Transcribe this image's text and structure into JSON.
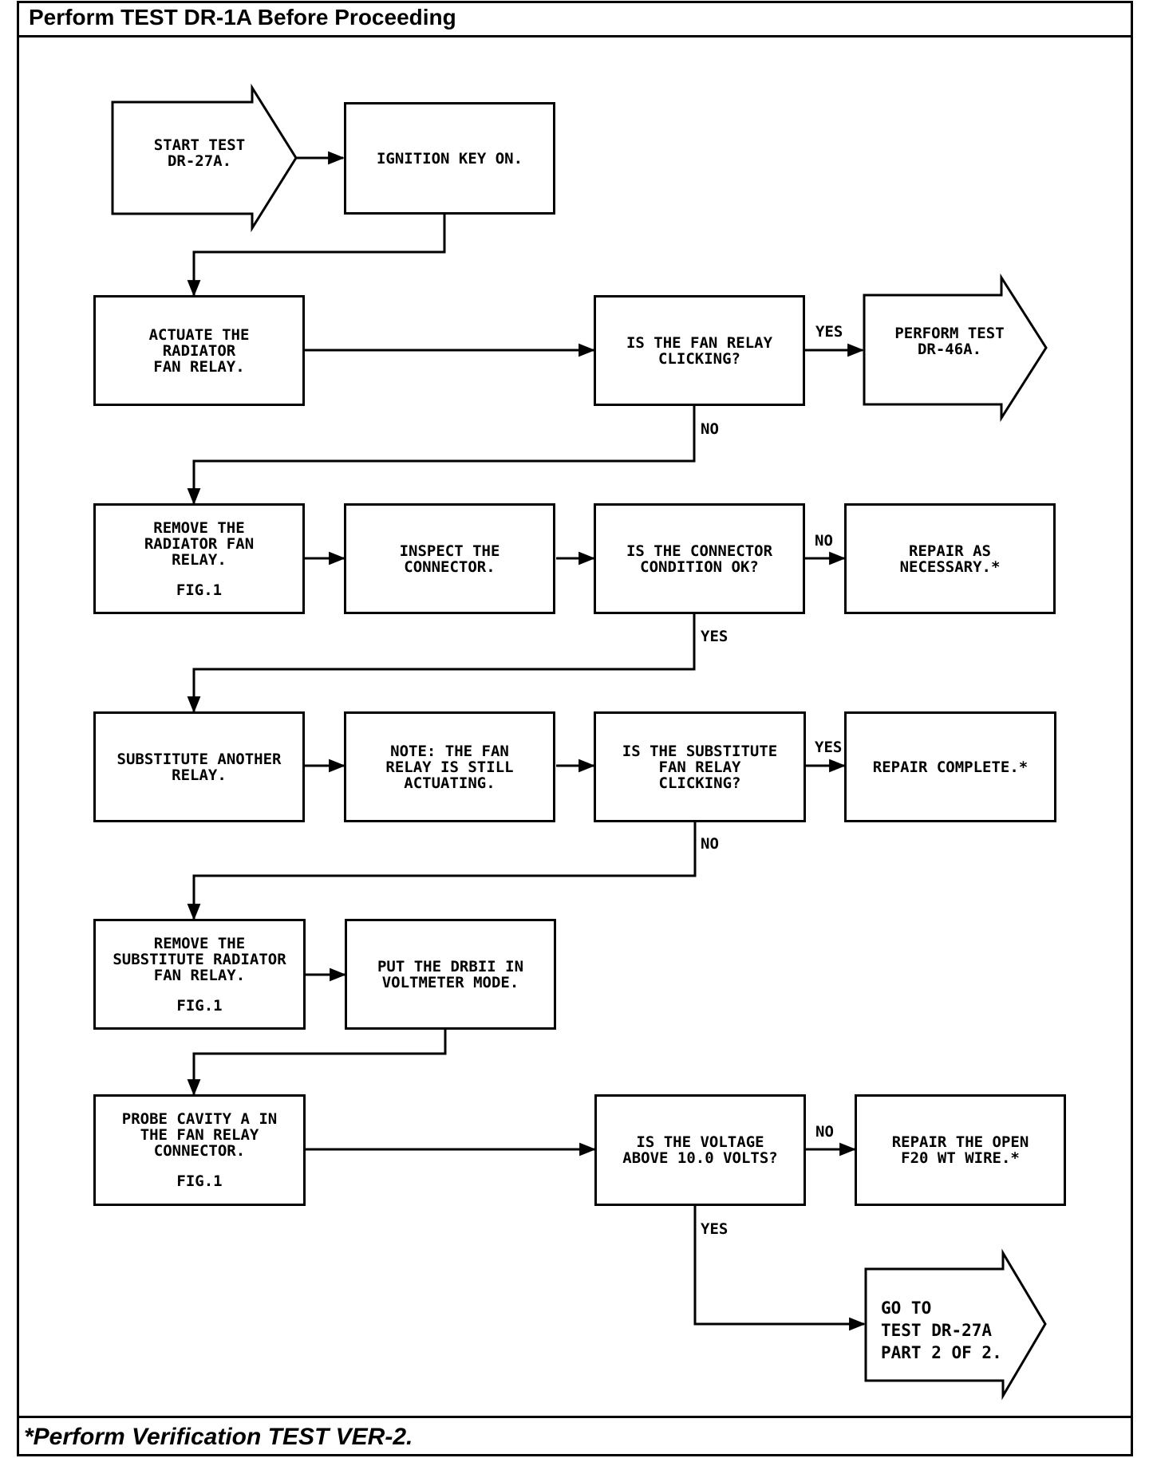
{
  "header": {
    "text": "Perform TEST DR-1A Before Proceeding"
  },
  "footer": {
    "text": "*Perform Verification TEST VER-2."
  },
  "nodes": {
    "start": {
      "lines": [
        "START TEST",
        "DR-27A."
      ]
    },
    "ignition": {
      "lines": [
        "IGNITION KEY ON."
      ]
    },
    "actuate": {
      "lines": [
        "ACTUATE THE",
        "RADIATOR",
        "FAN RELAY."
      ]
    },
    "fan_clicking": {
      "lines": [
        "IS THE FAN RELAY",
        "CLICKING?"
      ]
    },
    "perform_test": {
      "lines": [
        "PERFORM TEST",
        "DR-46A."
      ]
    },
    "remove_relay": {
      "lines": [
        "REMOVE THE",
        "RADIATOR FAN",
        "RELAY."
      ],
      "fig": "FIG.1"
    },
    "inspect": {
      "lines": [
        "INSPECT THE",
        "CONNECTOR."
      ]
    },
    "connector_ok": {
      "lines": [
        "IS THE CONNECTOR",
        "CONDITION OK?"
      ]
    },
    "repair_necessary": {
      "lines": [
        "REPAIR AS",
        "NECESSARY.*"
      ]
    },
    "substitute": {
      "lines": [
        "SUBSTITUTE ANOTHER",
        "RELAY."
      ]
    },
    "note": {
      "lines": [
        "NOTE: THE FAN",
        "RELAY IS STILL",
        "ACTUATING."
      ]
    },
    "sub_clicking": {
      "lines": [
        "IS THE SUBSTITUTE",
        "FAN RELAY",
        "CLICKING?"
      ]
    },
    "repair_complete": {
      "lines": [
        "REPAIR COMPLETE.*"
      ]
    },
    "remove_sub": {
      "lines": [
        "REMOVE THE",
        "SUBSTITUTE RADIATOR",
        "FAN RELAY."
      ],
      "fig": "FIG.1"
    },
    "drbii": {
      "lines": [
        "PUT THE DRBII IN",
        "VOLTMETER MODE."
      ]
    },
    "probe": {
      "lines": [
        "PROBE CAVITY A IN",
        "THE FAN RELAY",
        "CONNECTOR."
      ],
      "fig": "FIG.1"
    },
    "voltage": {
      "lines": [
        "IS THE VOLTAGE",
        "ABOVE 10.0 VOLTS?"
      ]
    },
    "repair_open": {
      "lines": [
        "REPAIR THE OPEN",
        "F20 WT WIRE.*"
      ]
    },
    "goto": {
      "lines": [
        "GO TO",
        "TEST DR-27A",
        "PART 2 OF 2."
      ]
    }
  },
  "edge_labels": {
    "fan_yes": "YES",
    "fan_no": "NO",
    "conn_no": "NO",
    "conn_yes": "YES",
    "sub_yes": "YES",
    "sub_no": "NO",
    "volt_no": "NO",
    "volt_yes": "YES"
  }
}
